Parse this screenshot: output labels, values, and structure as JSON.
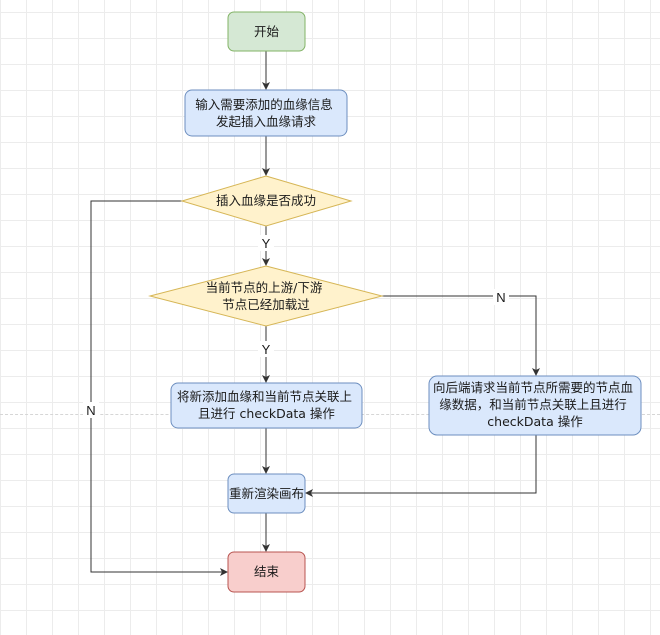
{
  "diagram": {
    "type": "flowchart",
    "colors": {
      "start_fill": "#d5e8d4",
      "start_stroke": "#82b366",
      "process_fill": "#dae8fc",
      "process_stroke": "#6c8ebf",
      "decision_fill": "#fff2cc",
      "decision_stroke": "#d6b656",
      "end_fill": "#f8cecc",
      "end_stroke": "#b85450",
      "edge": "#333333"
    },
    "nodes": {
      "start": {
        "lines": [
          "开始"
        ]
      },
      "input": {
        "lines": [
          "输入需要添加的血缘信息",
          "发起插入血缘请求"
        ]
      },
      "decision_insert": {
        "lines": [
          "插入血缘是否成功"
        ]
      },
      "decision_loaded": {
        "lines": [
          "当前节点的上游/下游",
          "节点已经加载过"
        ]
      },
      "link_new": {
        "lines": [
          "将新添加血缘和当前节点关联上",
          "且进行 checkData 操作"
        ]
      },
      "fetch_backend": {
        "lines": [
          "向后端请求当前节点所需要的节点血",
          "缘数据，和当前节点关联上且进行",
          "checkData 操作"
        ]
      },
      "rerender": {
        "lines": [
          "重新渲染画布"
        ]
      },
      "end": {
        "lines": [
          "结束"
        ]
      }
    },
    "edges": [
      {
        "from": "start",
        "to": "input",
        "label": ""
      },
      {
        "from": "input",
        "to": "decision_insert",
        "label": ""
      },
      {
        "from": "decision_insert",
        "to": "decision_loaded",
        "label": "Y"
      },
      {
        "from": "decision_insert",
        "to": "end",
        "label": "N"
      },
      {
        "from": "decision_loaded",
        "to": "link_new",
        "label": "Y"
      },
      {
        "from": "decision_loaded",
        "to": "fetch_backend",
        "label": "N"
      },
      {
        "from": "link_new",
        "to": "rerender",
        "label": ""
      },
      {
        "from": "fetch_backend",
        "to": "rerender",
        "label": ""
      },
      {
        "from": "rerender",
        "to": "end",
        "label": ""
      }
    ]
  }
}
